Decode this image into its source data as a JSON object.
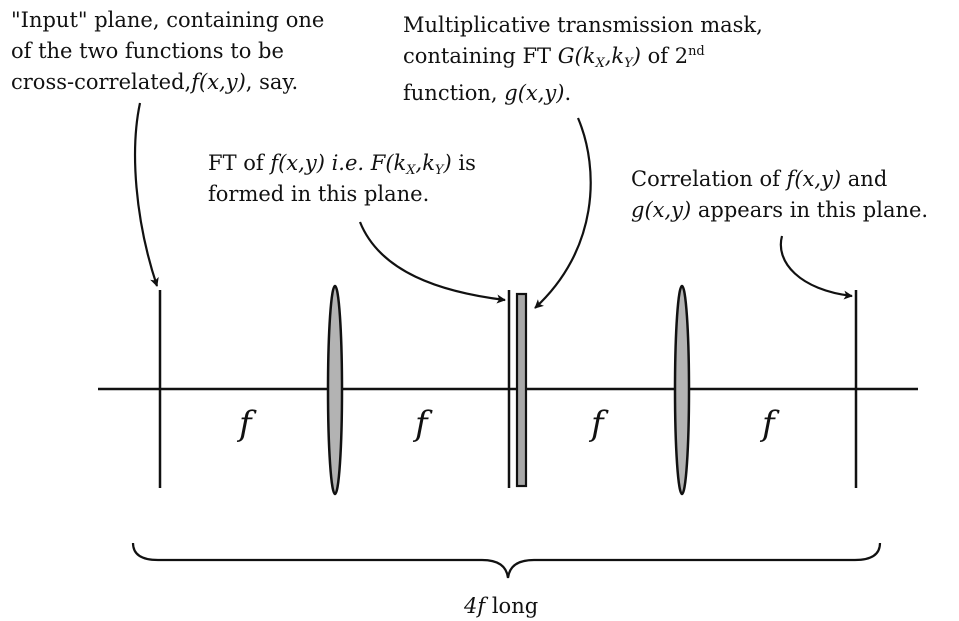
{
  "annotations": {
    "input_plane": {
      "line1": "\"Input\" plane, containing one",
      "line2": "of the two functions to be",
      "line3_a": "cross-correlated,",
      "line3_f": "f(x,y)",
      "line3_b": ", say."
    },
    "mask": {
      "line1": "Multiplicative transmission mask,",
      "line2_a": "containing FT ",
      "line2_G": "G(k",
      "line2_subX": "X",
      "line2_comma": ",k",
      "line2_subY": "Y",
      "line2_close": ")",
      "line2_b": " of 2",
      "line2_sup": "nd",
      "line3_a": "function, ",
      "line3_g": "g(x,y)",
      "line3_b": "."
    },
    "ft_plane": {
      "line1_a": "FT of ",
      "line1_f": "f(x,y)",
      "line1_ie": " i.e. ",
      "line1_F": "F(k",
      "line1_subX": "X",
      "line1_comma": ",k",
      "line1_subY": "Y",
      "line1_close": ")",
      "line1_b": " is",
      "line2": "formed in this plane."
    },
    "correlation": {
      "line1_a": "Correlation of ",
      "line1_f": "f(x,y)",
      "line1_b": " and",
      "line2_g": "g(x,y)",
      "line2_b": " appears in this plane."
    }
  },
  "focal_labels": [
    "f",
    "f",
    "f",
    "f"
  ],
  "total_length": {
    "value": "4f",
    "unit": "long"
  },
  "colors": {
    "ink": "#111111",
    "lens_fill": "#b3b3b3",
    "mask_fill": "#a8a8a8",
    "background": "#ffffff"
  }
}
